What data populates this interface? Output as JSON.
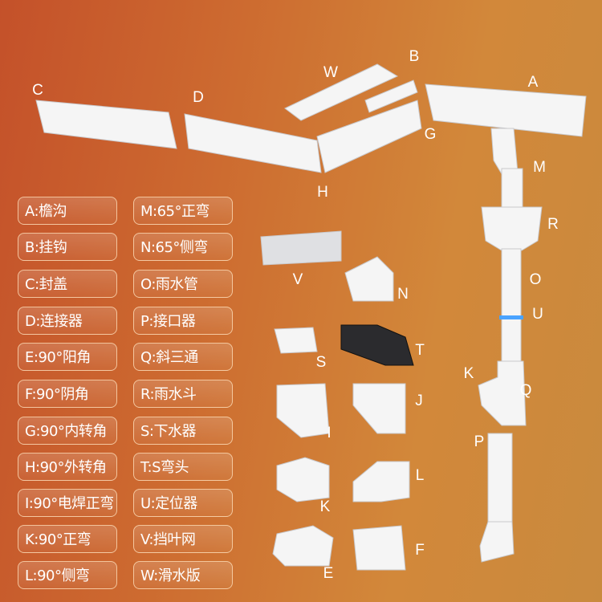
{
  "legend": {
    "left": [
      "A:檐沟",
      "B:挂钩",
      "C:封盖",
      "D:连接器",
      "E:90°阳角",
      "F:90°阴角",
      "G:90°内转角",
      "H:90°外转角",
      "I:90°电焊正弯",
      "K:90°正弯",
      "L:90°侧弯"
    ],
    "right": [
      "M:65°正弯",
      "N:65°侧弯",
      "O:雨水管",
      "P:接口器",
      "Q:斜三通",
      "R:雨水斗",
      "S:下水器",
      "T:S弯头",
      "U:定位器",
      "V:挡叶网",
      "W:滑水版"
    ]
  },
  "part_labels": {
    "C": "C",
    "D": "D",
    "W": "W",
    "B": "B",
    "A": "A",
    "G": "G",
    "H": "H",
    "M": "M",
    "R": "R",
    "O": "O",
    "U": "U",
    "K1": "K",
    "Q": "Q",
    "P": "P",
    "V": "V",
    "N": "N",
    "S": "S",
    "T": "T",
    "I": "I",
    "J": "J",
    "L": "L",
    "K2": "K",
    "E": "E",
    "F": "F"
  },
  "colors": {
    "part": "#f6f6f6",
    "shade": "#d9d9dc",
    "dark": "#2b2b2e",
    "accent": "#4aa3ff"
  }
}
